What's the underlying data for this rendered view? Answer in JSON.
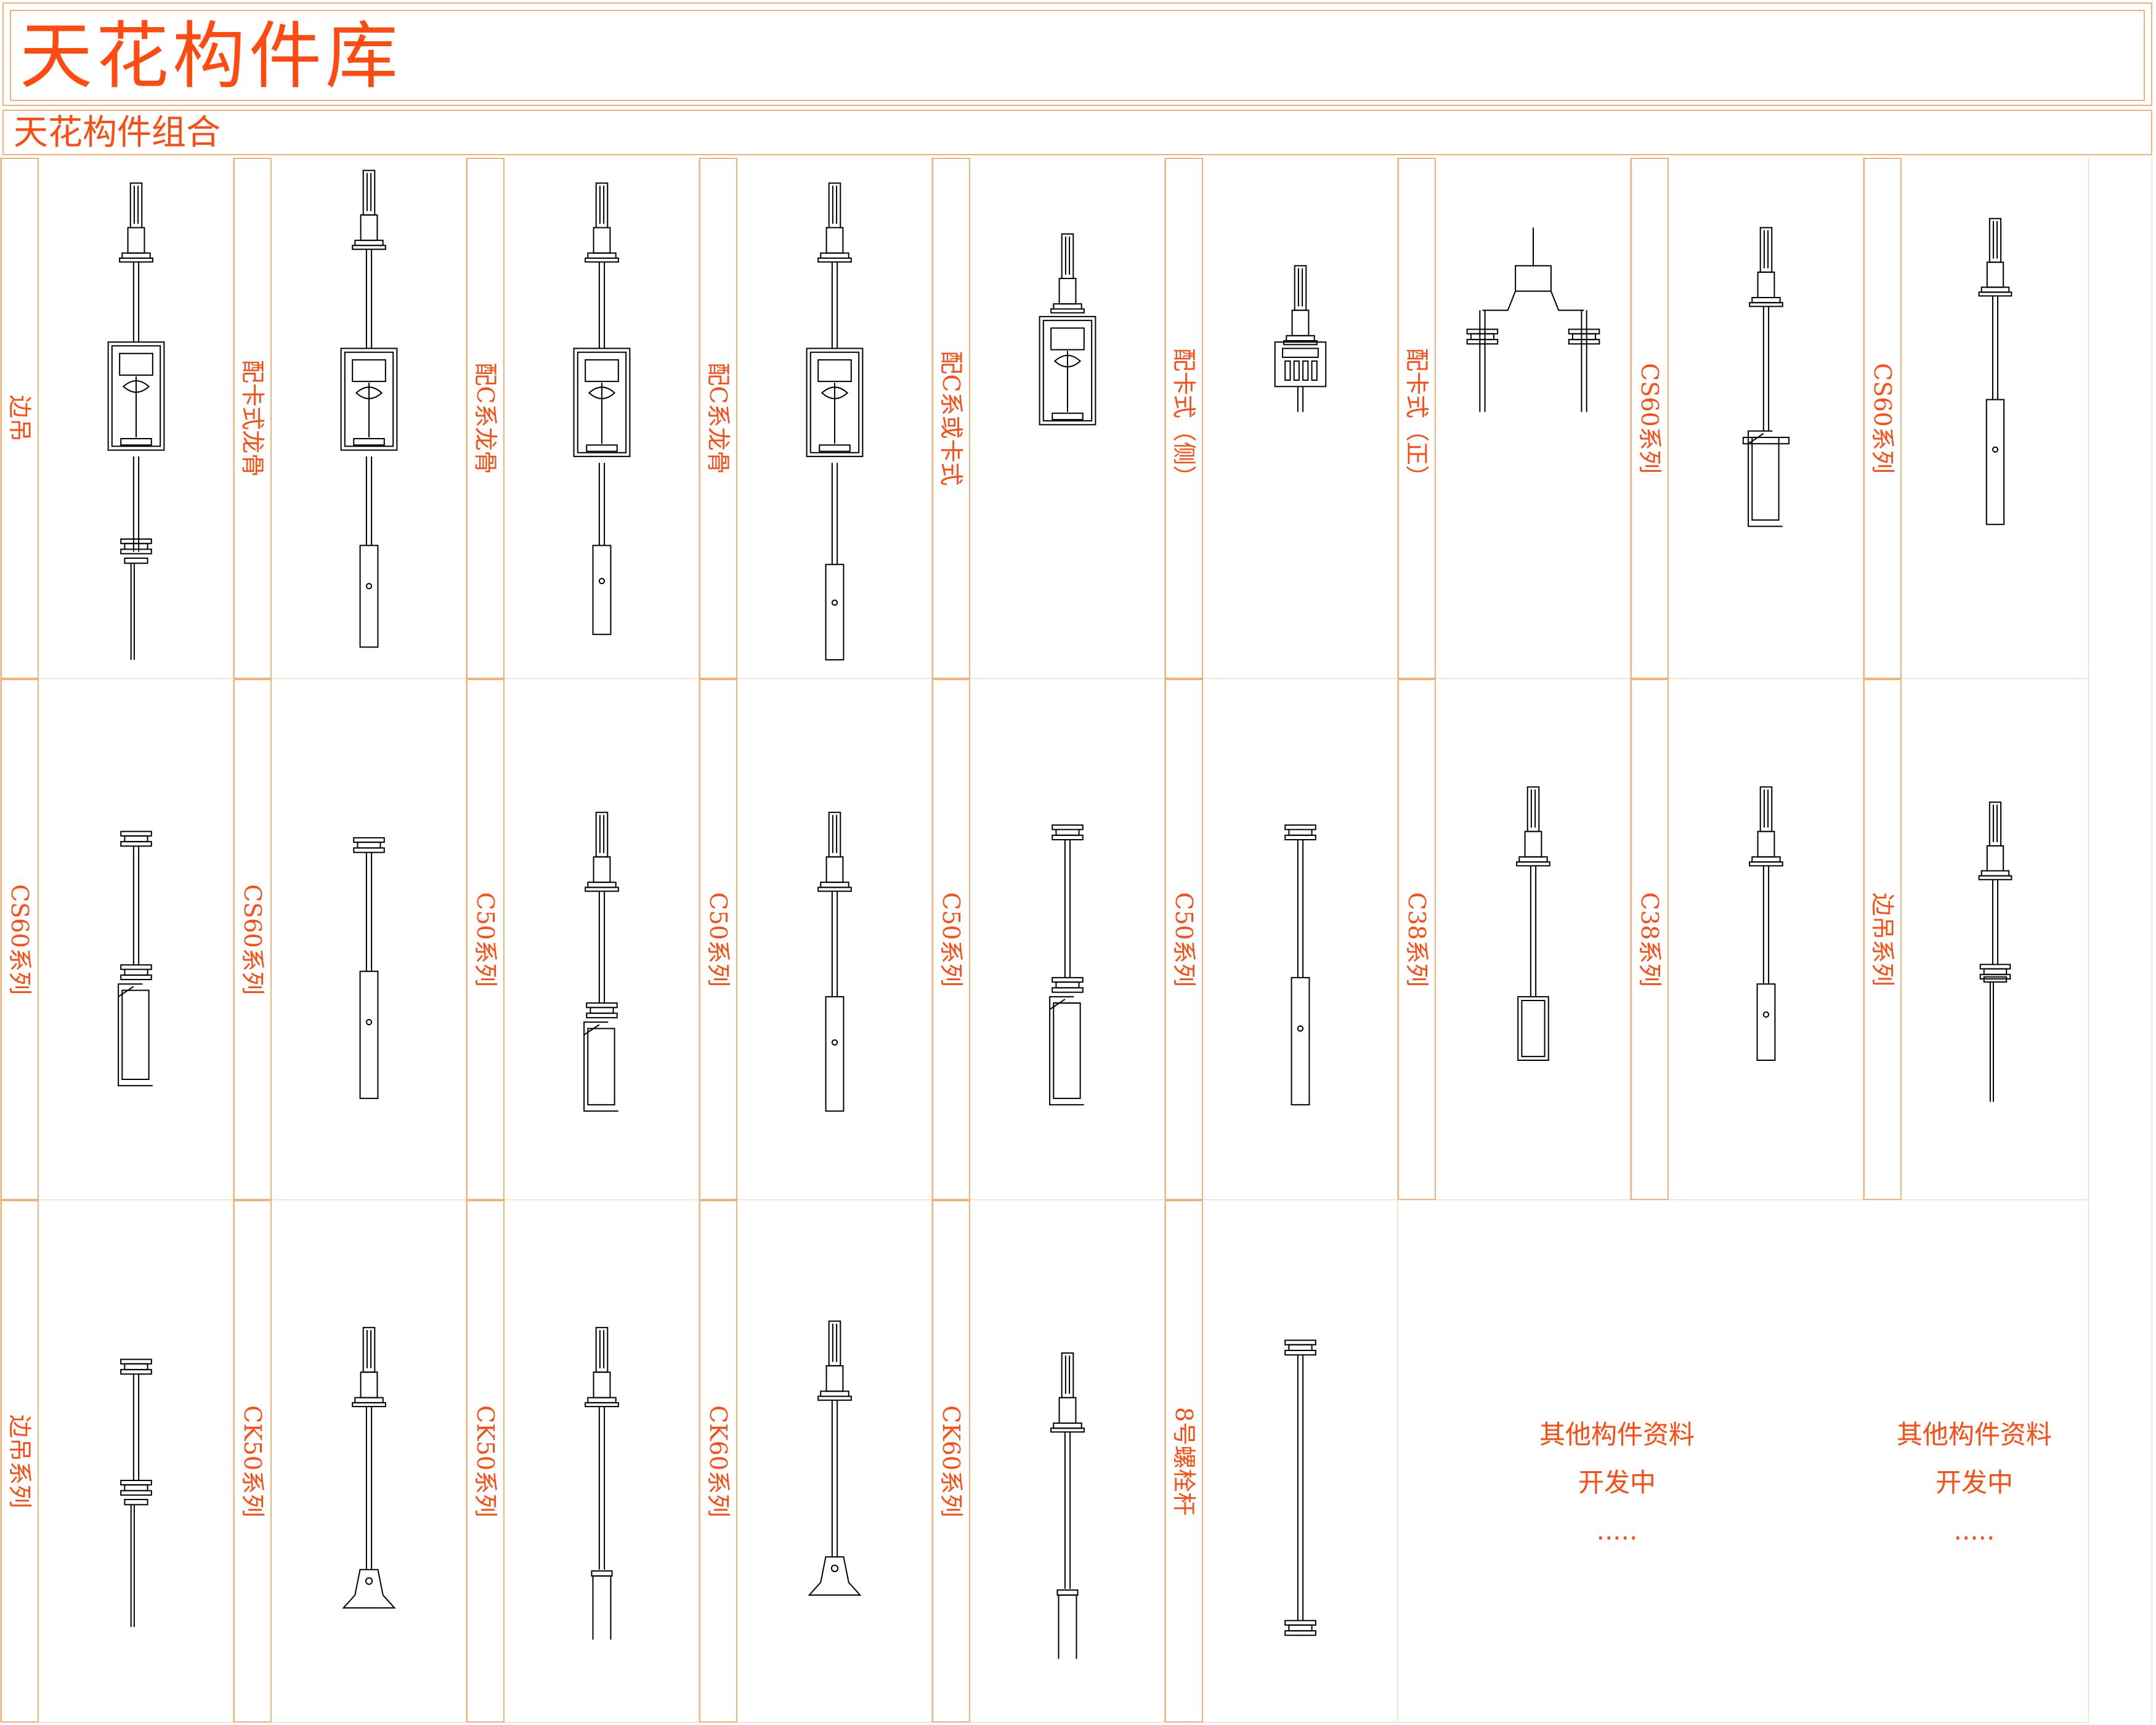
{
  "header": {
    "title": "天花构件库",
    "subtitle": "天花构件组合"
  },
  "rows": [
    {
      "cells": [
        {
          "label": "边吊",
          "drawing": "edge-hanger"
        },
        {
          "label": "配卡式龙骨",
          "drawing": "clip-keel-long"
        },
        {
          "label": "配C系龙骨",
          "drawing": "c-keel-a"
        },
        {
          "label": "配C系龙骨",
          "drawing": "c-keel-b"
        },
        {
          "label": "配C系或卡式",
          "drawing": "c-or-clip"
        },
        {
          "label": "配卡式（侧）",
          "drawing": "clip-side"
        },
        {
          "label": "配卡式（正）",
          "drawing": "clip-front"
        },
        {
          "label": "CS60系列",
          "drawing": "cs60-channel"
        },
        {
          "label": "CS60系列",
          "drawing": "cs60-plain"
        }
      ]
    },
    {
      "cells": [
        {
          "label": "CS60系列",
          "drawing": "cs60-bolt-channel"
        },
        {
          "label": "CS60系列",
          "drawing": "cs60-bolt-plain"
        },
        {
          "label": "C50系列",
          "drawing": "c50-channel"
        },
        {
          "label": "C50系列",
          "drawing": "c50-plain"
        },
        {
          "label": "C50系列",
          "drawing": "c50-bolt-channel"
        },
        {
          "label": "C50系列",
          "drawing": "c50-bolt-plain"
        },
        {
          "label": "C38系列",
          "drawing": "c38-channel"
        },
        {
          "label": "C38系列",
          "drawing": "c38-plain"
        },
        {
          "label": "边吊系列",
          "drawing": "edge-series"
        }
      ]
    },
    {
      "cells": [
        {
          "label": "边吊系列",
          "drawing": "edge-bolt"
        },
        {
          "label": "CK50系列",
          "drawing": "ck50-a"
        },
        {
          "label": "CK50系列",
          "drawing": "ck50-b"
        },
        {
          "label": "CK60系列",
          "drawing": "ck60-a"
        },
        {
          "label": "CK60系列",
          "drawing": "ck60-b"
        },
        {
          "label": "8号螺栓杆",
          "drawing": "bolt-rod"
        }
      ]
    }
  ],
  "notes": [
    {
      "line1": "其他构件资料",
      "line2": "开发中",
      "line3": "....."
    },
    {
      "line1": "其他构件资料",
      "line2": "开发中",
      "line3": "....."
    }
  ],
  "colors": {
    "accent": "#ff4a10",
    "border": "#f3b27a",
    "line": "#000000"
  }
}
